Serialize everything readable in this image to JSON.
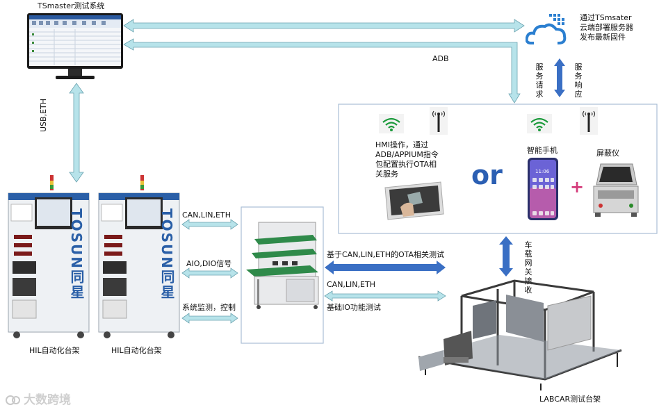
{
  "texts": {
    "tsmaster_title": "TSmaster测试系统",
    "cloud_text": [
      "通过TSmsater",
      "云端部署服务器",
      "发布最新固件"
    ],
    "adb": "ADB",
    "service_request": "服务请求",
    "service_response": "服务响应",
    "usb_eth": "USB,ETH",
    "hmi_text": [
      "HMI操作，通过",
      "ADB/APPIUM指令",
      "包配置执行OTA相",
      "关服务"
    ],
    "or": "or",
    "phone_label": "智能手机",
    "shield_label": "屏蔽仪",
    "phone_time": "11:06",
    "can_lin_eth_left": "CAN,LIN,ETH",
    "aio_dio": "AIO,DIO信号",
    "monitor_control": "系统监测，控制",
    "ota_test": "基于CAN,LIN,ETH的OTA相关测试",
    "can_lin_eth_right": "CAN,LIN,ETH",
    "io_test": "基础IO功能测试",
    "gateway": "车载网关接收",
    "hil_label_1": "HIL自动化台架",
    "hil_label_2": "HIL自动化台架",
    "labcar_label": "LABCAR测试台架",
    "rack_brand_1": "TOSUN同星",
    "rack_brand_2": "TOSUN同星",
    "watermark": "大数跨境",
    "plus": "+"
  },
  "icons": [
    "monitor-icon",
    "cloud-icon",
    "wifi-icon",
    "antenna-icon",
    "tablet-icon",
    "smartphone-icon",
    "shield-box-icon",
    "hil-rack-icon",
    "workbench-icon",
    "labcar-frame-icon"
  ],
  "colors": {
    "arrow_light": "#b7e3ea",
    "arrow_dark": "#3a6fc4",
    "box_border": "#a9bfd6",
    "cloud": "#2b7fd0",
    "or_text": "#2b5fb3",
    "plus": "#d43a7a",
    "wifi": "#1a9a3a"
  }
}
